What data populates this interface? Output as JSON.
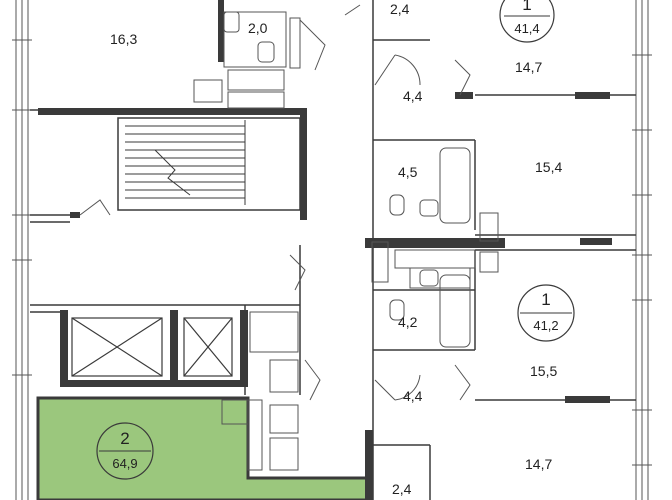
{
  "colors": {
    "highlight": "#9bc77d",
    "wall": "#3a3a3a",
    "thin_line": "#555555",
    "background": "#ffffff"
  },
  "rooms": {
    "r1": "16,3",
    "r2": "2,0",
    "r3": "2,4",
    "r4": "14,7",
    "r5": "4,4",
    "r6": "4,5",
    "r7": "15,4",
    "r8": "4,2",
    "r9": "15,5",
    "r10": "4,4",
    "r11": "14,7",
    "r12": "2,4"
  },
  "apartments": {
    "a1": {
      "number": "1",
      "area": "41,4"
    },
    "a2": {
      "number": "1",
      "area": "41,2"
    },
    "a3": {
      "number": "2",
      "area": "64,9"
    }
  }
}
